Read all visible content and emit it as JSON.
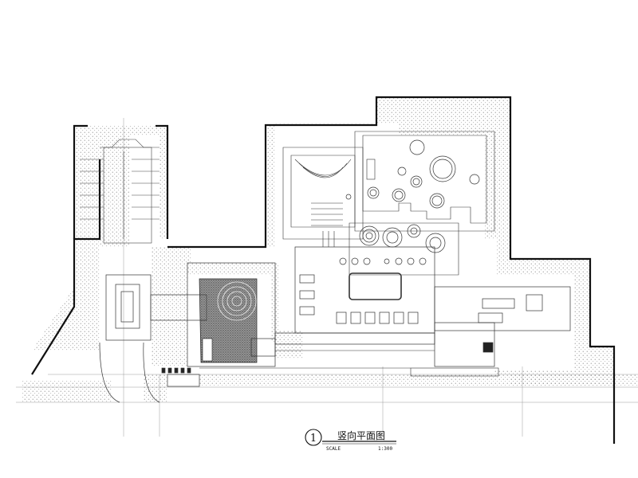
{
  "drawing": {
    "title": "竖向平面图",
    "view_number": "1",
    "scale_label": "SCALE",
    "scale_value": "1:300"
  },
  "colors": {
    "line": "#1a1a1a",
    "thin_line": "#555555",
    "hatch": "#7a7a7a",
    "dark_pattern": "#444444",
    "background": "#ffffff"
  }
}
